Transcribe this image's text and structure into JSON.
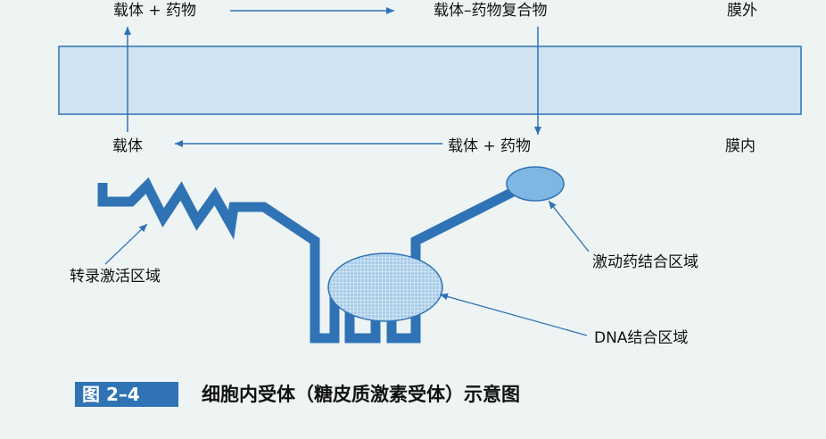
{
  "outside": {
    "left_label": "载体 + 药物",
    "right_label": "载体–药物复合物",
    "side_label": "膜外"
  },
  "inside": {
    "left_label": "载体",
    "right_label": "载体 + 药物",
    "side_label": "膜内"
  },
  "receptor": {
    "transcription_label": "转录激活区域",
    "agonist_label": "激动药结合区域",
    "dna_label": "DNA结合区域"
  },
  "figure": {
    "number": "图 2–4",
    "caption": "细胞内受体（糖皮质激素受体）示意图"
  },
  "colors": {
    "accent": "#2f73b5",
    "membrane": "#cfe3f0",
    "ellipse_fill": "#a9cde8"
  }
}
